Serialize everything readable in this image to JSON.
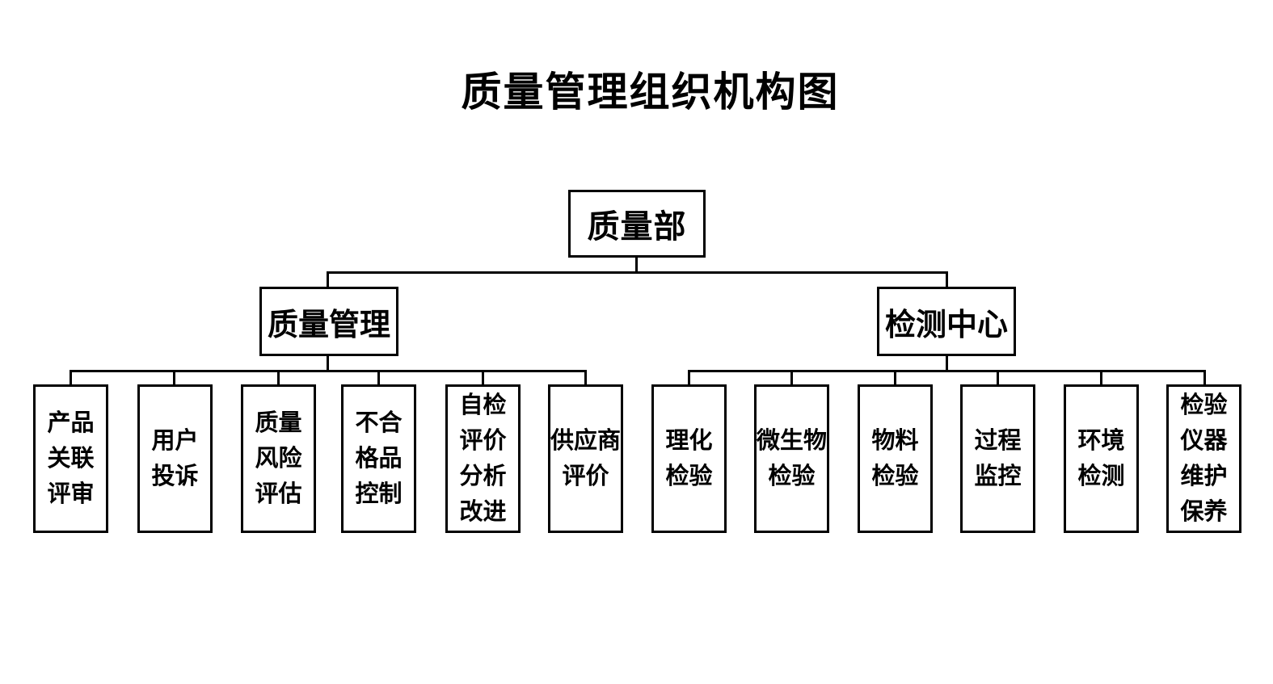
{
  "title": "质量管理组织机构图",
  "colors": {
    "background": "#ffffff",
    "line": "#000000",
    "box_border": "#000000",
    "text": "#000000"
  },
  "org_chart": {
    "root": {
      "label": "质量部"
    },
    "departments": [
      {
        "label": "质量管理",
        "children": [
          {
            "label": "产品关联评审",
            "lines": [
              "产品",
              "关联",
              "评审"
            ]
          },
          {
            "label": "用户投诉",
            "lines": [
              "用户",
              "投诉"
            ]
          },
          {
            "label": "质量风险评估",
            "lines": [
              "质量",
              "风险",
              "评估"
            ]
          },
          {
            "label": "不合格品控制",
            "lines": [
              "不合",
              "格品",
              "控制"
            ]
          },
          {
            "label": "自检评价分析改进",
            "lines": [
              "自检",
              "评价",
              "分析",
              "改进"
            ]
          },
          {
            "label": "供应商评价",
            "lines": [
              "供应商",
              "评价"
            ]
          }
        ]
      },
      {
        "label": "检测中心",
        "children": [
          {
            "label": "理化检验",
            "lines": [
              "理化",
              "检验"
            ]
          },
          {
            "label": "微生物检验",
            "lines": [
              "微生物",
              "检验"
            ]
          },
          {
            "label": "物料检验",
            "lines": [
              "物料",
              "检验"
            ]
          },
          {
            "label": "过程监控",
            "lines": [
              "过程",
              "监控"
            ]
          },
          {
            "label": "环境检测",
            "lines": [
              "环境",
              "检测"
            ]
          },
          {
            "label": "检验仪器维护保养",
            "lines": [
              "检验",
              "仪器",
              "维护",
              "保养"
            ]
          }
        ]
      }
    ]
  }
}
